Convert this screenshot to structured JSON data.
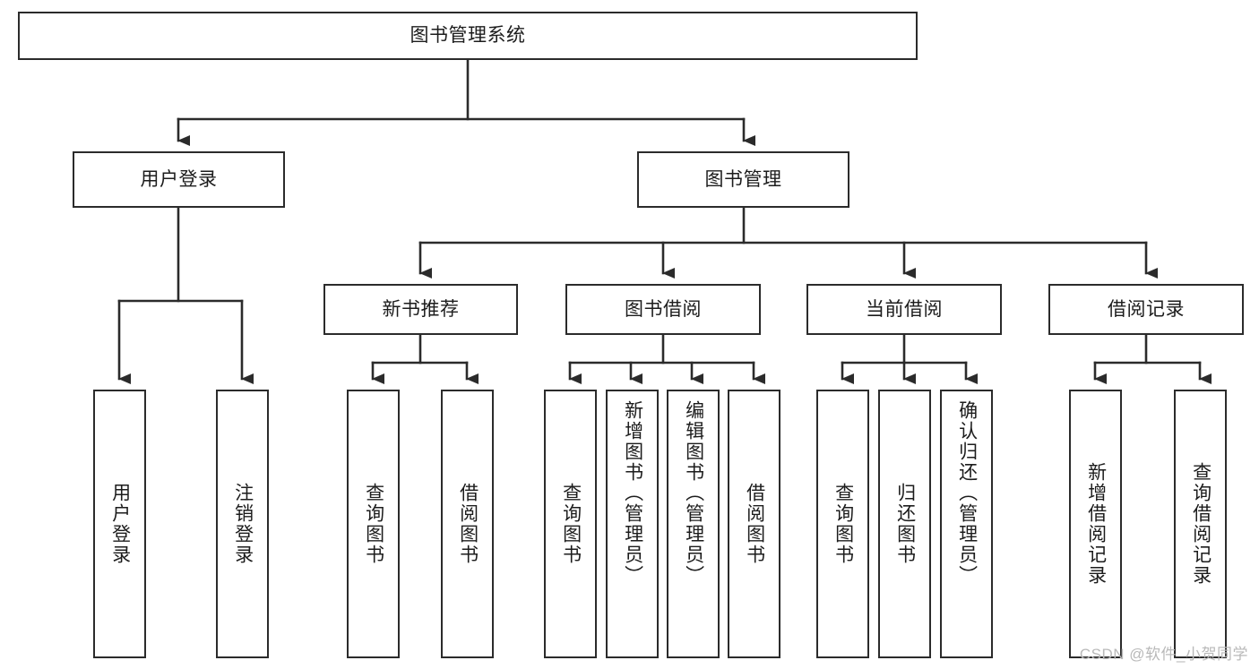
{
  "diagram": {
    "type": "tree-hierarchy-chart",
    "title": "图书管理系统",
    "stroke_color": "#2b2b2b",
    "fill_color": "#ffffff",
    "text_color": "#1c1c1c",
    "levels": [
      {
        "level": 1,
        "nodes": [
          {
            "id": "root",
            "label": "图书管理系统",
            "orientation": "horizontal"
          }
        ]
      },
      {
        "level": 2,
        "nodes": [
          {
            "id": "login",
            "label": "用户登录",
            "orientation": "horizontal",
            "parent": "root"
          },
          {
            "id": "bookmgmt",
            "label": "图书管理",
            "orientation": "horizontal",
            "parent": "root"
          }
        ]
      },
      {
        "level": 3,
        "nodes": [
          {
            "id": "newbook",
            "label": "新书推荐",
            "orientation": "horizontal",
            "parent": "bookmgmt"
          },
          {
            "id": "borrow",
            "label": "图书借阅",
            "orientation": "horizontal",
            "parent": "bookmgmt"
          },
          {
            "id": "current",
            "label": "当前借阅",
            "orientation": "horizontal",
            "parent": "bookmgmt"
          },
          {
            "id": "record",
            "label": "借阅记录",
            "orientation": "horizontal",
            "parent": "bookmgmt"
          }
        ]
      },
      {
        "level": 4,
        "nodes": [
          {
            "id": "leaf1",
            "label": "用户登录",
            "orientation": "vertical",
            "parent": "login"
          },
          {
            "id": "leaf2",
            "label": "注销登录",
            "orientation": "vertical",
            "parent": "login"
          },
          {
            "id": "leaf3",
            "label": "查询图书",
            "orientation": "vertical",
            "parent": "newbook"
          },
          {
            "id": "leaf4",
            "label": "借阅图书",
            "orientation": "vertical",
            "parent": "newbook"
          },
          {
            "id": "leaf5",
            "label": "查询图书",
            "orientation": "vertical",
            "parent": "borrow"
          },
          {
            "id": "leaf6",
            "label": "新增图书（管理员）",
            "orientation": "vertical",
            "parent": "borrow"
          },
          {
            "id": "leaf7",
            "label": "编辑图书（管理员）",
            "orientation": "vertical",
            "parent": "borrow"
          },
          {
            "id": "leaf8",
            "label": "借阅图书",
            "orientation": "vertical",
            "parent": "borrow"
          },
          {
            "id": "leaf9",
            "label": "查询图书",
            "orientation": "vertical",
            "parent": "current"
          },
          {
            "id": "leaf10",
            "label": "归还图书",
            "orientation": "vertical",
            "parent": "current"
          },
          {
            "id": "leaf11",
            "label": "确认归还（管理员）",
            "orientation": "vertical",
            "parent": "current"
          },
          {
            "id": "leaf12",
            "label": "新增借阅记录",
            "orientation": "vertical",
            "parent": "record"
          },
          {
            "id": "leaf13",
            "label": "查询借阅记录",
            "orientation": "vertical",
            "parent": "record"
          }
        ]
      }
    ]
  },
  "watermark": {
    "text": "CSDN @软件_小贺同学"
  }
}
